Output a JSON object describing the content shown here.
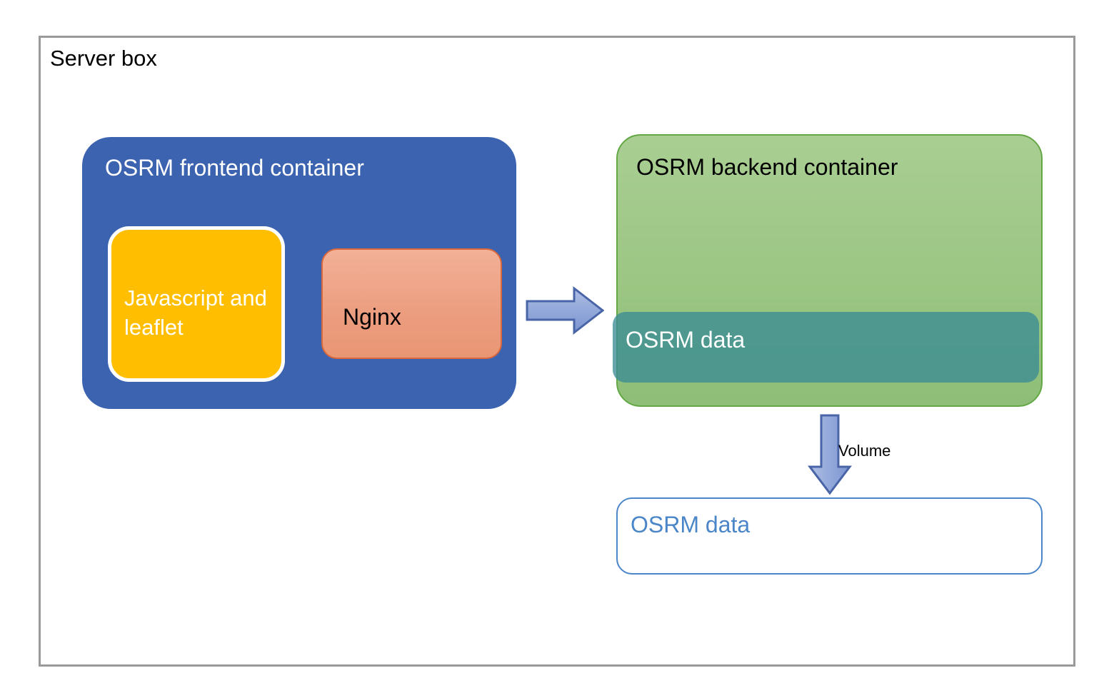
{
  "diagram": {
    "title": "Server box",
    "server_box": {
      "label": "Server box",
      "border_color": "#9a9a9a"
    },
    "frontend": {
      "title": "OSRM frontend container",
      "fill_color": "#3c63b0",
      "text_color": "#ffffff",
      "children": {
        "javascript": {
          "label": "Javascript and leaflet",
          "fill_color": "#ffbf00",
          "border_color": "#ffffff",
          "text_color": "#ffffff"
        },
        "nginx": {
          "label": "Nginx",
          "fill_color": "#ec9d7f",
          "border_color": "#d9683c",
          "text_color": "#000000"
        }
      }
    },
    "backend": {
      "title": "OSRM backend container",
      "fill_color": "#9bc683",
      "border_color": "#63a845",
      "text_color": "#000000",
      "children": {
        "osrm_data": {
          "label": "OSRM data",
          "fill_color": "#3a8c94",
          "text_color": "#ffffff"
        }
      }
    },
    "connectors": {
      "frontend_to_backend": {
        "icon": "arrow-right-block-icon",
        "label": "",
        "fill_color": "#8ba4d8",
        "border_color": "#4a64a8"
      },
      "backend_to_volume": {
        "icon": "arrow-down-block-icon",
        "label": "Volume",
        "fill_color": "#8ba4d8",
        "border_color": "#4a64a8",
        "text_color": "#000000"
      }
    },
    "volume_store": {
      "label": "OSRM data",
      "fill_color": "#ffffff",
      "border_color": "#4a86c8",
      "text_color": "#4a86c8"
    }
  }
}
